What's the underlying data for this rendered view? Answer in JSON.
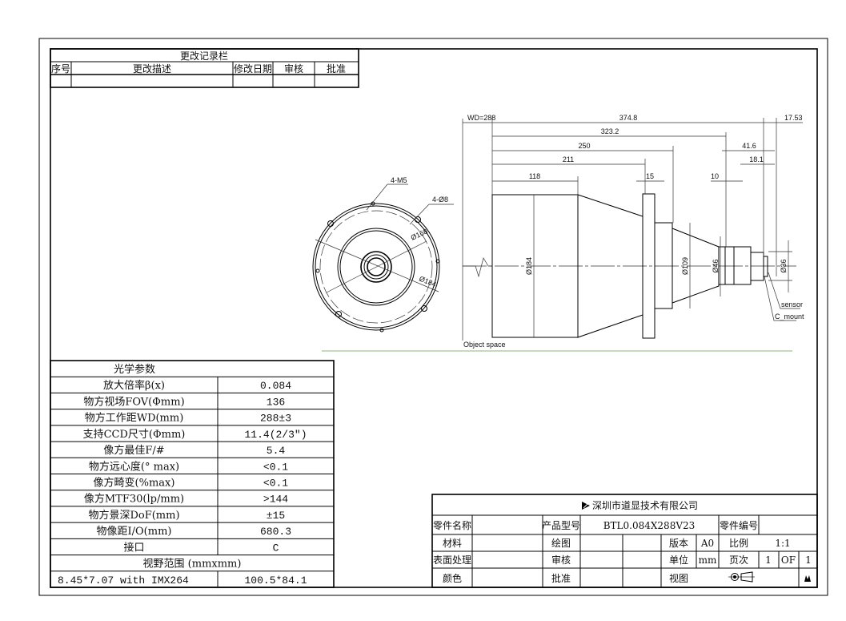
{
  "revision_table": {
    "title": "更改记录栏",
    "headers": [
      "序号",
      "更改描述",
      "修改日期",
      "审核",
      "批准"
    ]
  },
  "side_view": {
    "labels": {
      "wd": "WD=288",
      "overall": "374.8",
      "sensor_offset": "17.53",
      "to_mount": "323.2",
      "to_step": "250",
      "to_flange": "211",
      "barrel": "118",
      "flange": "15",
      "mount_len": "41.6",
      "rear": "18.1",
      "ring": "10",
      "dia_barrel": "Ø184",
      "dia_step": "Ø109",
      "dia_neck": "Ø46",
      "dia_mount": "Ø36",
      "sensor": "sensor",
      "c_mount": "C_mount",
      "object_space": "Object space"
    }
  },
  "front_view": {
    "labels": {
      "thread_holes": "4-M5",
      "through_holes": "4-Ø8",
      "dia_168": "Ø168",
      "dia_184": "Ø184"
    }
  },
  "optical_params": {
    "title": "光学参数",
    "rows": [
      {
        "name": "放大倍率β(x)",
        "value": "0.084"
      },
      {
        "name": "物方视场FOV(Φmm)",
        "value": "136"
      },
      {
        "name": "物方工作距WD(mm)",
        "value": "288±3"
      },
      {
        "name": "支持CCD尺寸(Φmm)",
        "value": "11.4(2/3″)"
      },
      {
        "name": "像方最佳F/#",
        "value": "5.4"
      },
      {
        "name": "物方远心度(° max)",
        "value": "<0.1"
      },
      {
        "name": "像方畸变(%max)",
        "value": "<0.1"
      },
      {
        "name": "像方MTF30(lp/mm)",
        "value": ">144"
      },
      {
        "name": "物方景深DoF(mm)",
        "value": "±15"
      },
      {
        "name": "物像距I/O(mm)",
        "value": "680.3"
      },
      {
        "name": "接口",
        "value": "C"
      }
    ],
    "fov_title": "视野范围 (mmxmm)",
    "fov_row": {
      "name": "8.45*7.07 with IMX264",
      "value": "100.5*84.1"
    }
  },
  "title_block": {
    "company": "深圳市道显技术有限公司",
    "part_name_label": "零件名称",
    "part_name": "",
    "model_label": "产品型号",
    "model": "BTL0.084X288V23",
    "part_no_label": "零件编号",
    "material_label": "材料",
    "drawing_label": "绘图",
    "version_label": "版本",
    "version": "A0",
    "scale_label": "比例",
    "scale": "1:1",
    "surface_label": "表面处理",
    "review_label": "审核",
    "unit_label": "单位",
    "unit": "mm",
    "page_label": "页次",
    "page": "1",
    "of_label": "OF",
    "pages": "1",
    "color_label": "颜色",
    "approve_label": "批准",
    "view_label": "视图"
  }
}
